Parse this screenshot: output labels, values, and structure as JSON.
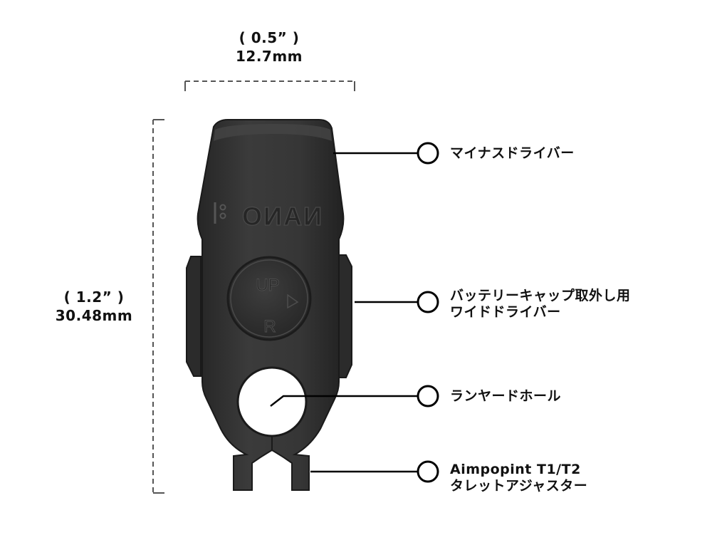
{
  "dimensions": {
    "width_inch": "( 0.5” )",
    "width_mm": "12.7mm",
    "height_inch": "( 1.2” )",
    "height_mm": "30.48mm"
  },
  "tool": {
    "brand_text": "NANO",
    "dial_top": "UP",
    "dial_bottom": "R"
  },
  "callouts": [
    {
      "line1": "マイナスドライバー",
      "line2": ""
    },
    {
      "line1": "バッテリーキャップ取外し用",
      "line2": "ワイドドライバー"
    },
    {
      "line1": "ランヤードホール",
      "line2": ""
    },
    {
      "line1": "Aimpopint T1/T2",
      "line2": "タレットアジャスター"
    }
  ],
  "colors": {
    "tool_body": "#333333",
    "tool_edge": "#1a1a1a",
    "dim_line": "#555555",
    "leader": "#000000"
  }
}
